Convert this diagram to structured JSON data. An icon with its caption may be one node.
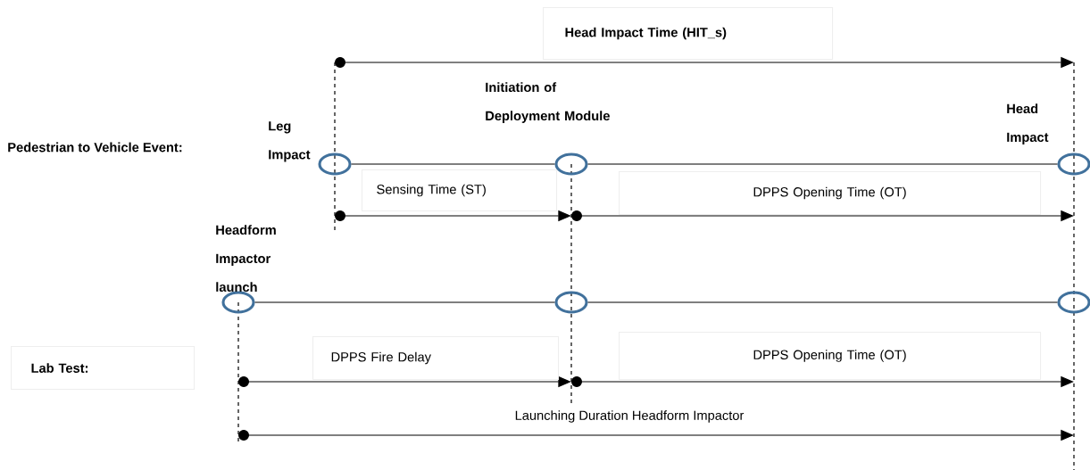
{
  "diagram": {
    "nodes": [
      {
        "text": [
          "Head Impact Time (HIT_s)"
        ]
      },
      {
        "text": [],
        "shape": "circle",
        "beside": [
          "Leg Impact"
        ]
      },
      {
        "text": [],
        "shape": "circle",
        "beside": [
          "Initiation of Deployment Module"
        ]
      },
      {
        "text": [],
        "shape": "circle",
        "beside": [
          "Head Impact"
        ]
      },
      {
        "text": [
          "Sensing Time (ST)"
        ]
      },
      {
        "text": [
          "DPPS Opening Time (OT)"
        ]
      },
      {
        "text": [],
        "shape": "circle",
        "beside": [
          "Headform Impactor launch"
        ]
      },
      {
        "text": [],
        "shape": "circle"
      },
      {
        "text": [],
        "shape": "circle"
      },
      {
        "text": [
          "Lab Test:"
        ]
      },
      {
        "text": [
          "DPPS Fire Delay"
        ]
      },
      {
        "text": [
          "DPPS Opening Time (OT)"
        ]
      }
    ],
    "edges": [
      {
        "from": 1,
        "to": 2,
        "arrow": "none"
      },
      {
        "from": 2,
        "to": 3,
        "arrow": "none"
      },
      {
        "from": 6,
        "to": 7,
        "arrow": "none"
      },
      {
        "from": 7,
        "to": 8,
        "arrow": "none"
      }
    ],
    "labels": [
      "Pedestrian to Vehicle Event:",
      "Launching Duration Headform Impactor"
    ]
  }
}
